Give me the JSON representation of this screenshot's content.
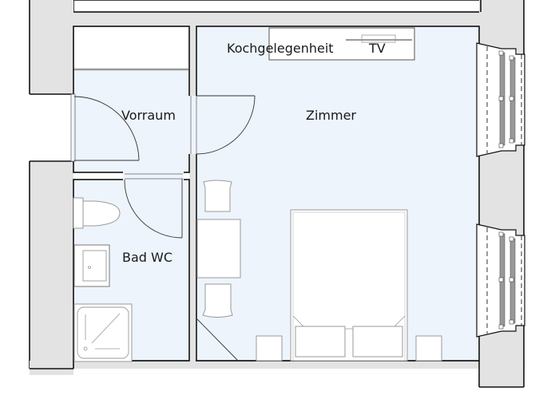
{
  "plan": {
    "rooms": [
      {
        "id": "vorraum",
        "label": "Vorraum"
      },
      {
        "id": "zimmer",
        "label": "Zimmer"
      },
      {
        "id": "bad-wc",
        "label": "Bad WC"
      }
    ],
    "fixtures": {
      "kitchen_label": "Kochgelegenheit",
      "tv_label": "TV"
    },
    "colors": {
      "wall_fill": "#e3e3e3",
      "wall_line": "#111111",
      "room_fill": "#edf4fb",
      "furniture_line": "#9a9a9a",
      "furniture_fill": "#ffffff"
    }
  }
}
